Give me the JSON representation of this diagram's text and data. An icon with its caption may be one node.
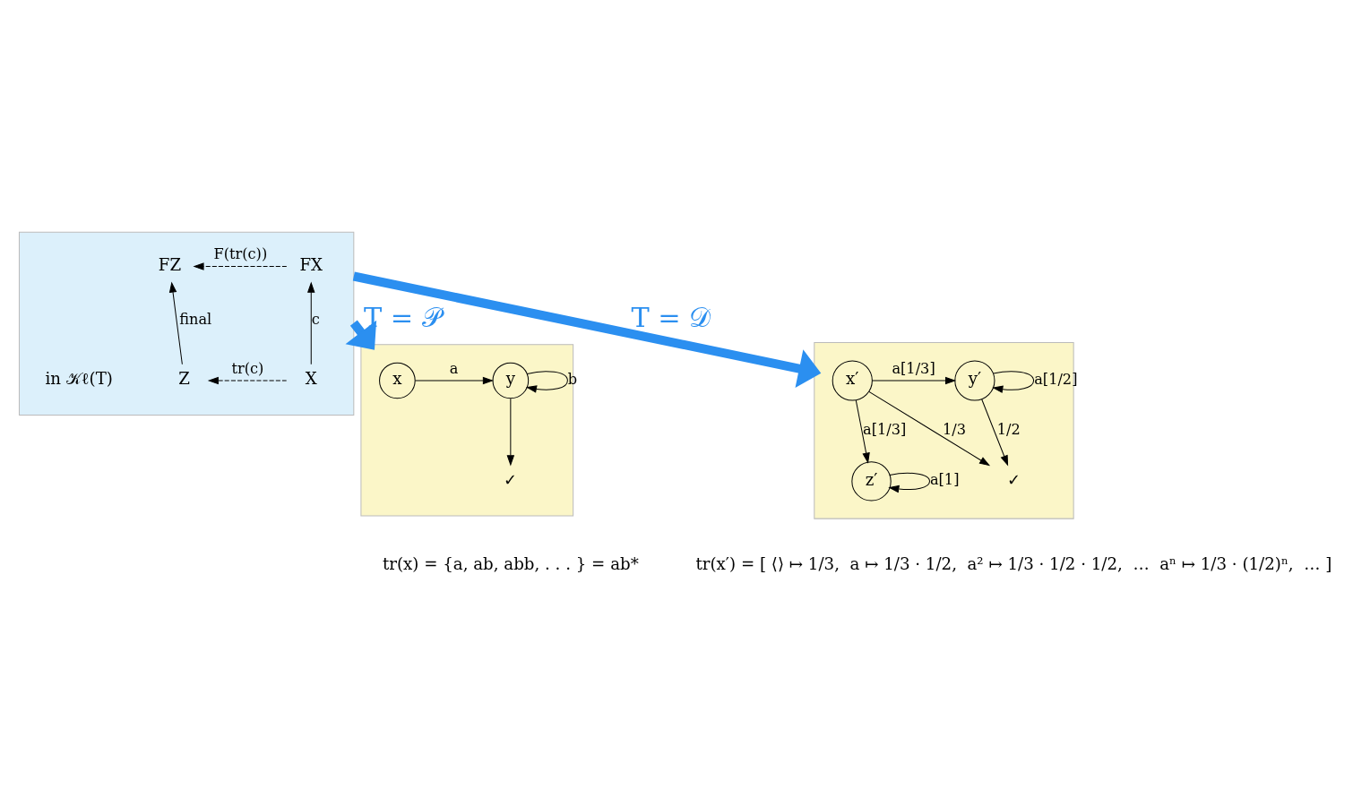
{
  "diagram": {
    "nodes": [
      {
        "text": [],
        "shape": "box"
      },
      {
        "text": [
          "FX"
        ],
        "in": 0
      },
      {
        "text": [
          "FZ"
        ],
        "in": 0
      },
      {
        "text": [
          "X"
        ],
        "in": 0
      },
      {
        "text": [
          "Z"
        ],
        "in": 0
      },
      {
        "text": [],
        "shape": "box"
      },
      {
        "text": [
          "x"
        ],
        "in": 5
      },
      {
        "text": [
          "y"
        ],
        "in": 5
      },
      {
        "text": [
          "✓"
        ],
        "in": 5
      },
      {
        "text": [],
        "shape": "box"
      },
      {
        "text": [
          "x′"
        ],
        "in": 9
      },
      {
        "text": [
          "y′"
        ],
        "in": 9
      },
      {
        "text": [
          "z′"
        ],
        "in": 9
      },
      {
        "text": [
          "✓"
        ],
        "in": 9
      }
    ],
    "edges": [
      {
        "from": 1,
        "to": 2,
        "arrow": "to",
        "label": "F(tr(c))",
        "style": "dashed"
      },
      {
        "from": 3,
        "to": 1,
        "arrow": "to",
        "label": "c"
      },
      {
        "from": 4,
        "to": 2,
        "arrow": "to",
        "label": "final"
      },
      {
        "from": 3,
        "to": 4,
        "arrow": "to",
        "label": "tr(c)",
        "style": "dashed"
      },
      {
        "from": 0,
        "to": 5,
        "arrow": "to",
        "label": "T = 𝒫",
        "style": "thick",
        "color": "#2b8ff0"
      },
      {
        "from": 0,
        "to": 9,
        "arrow": "to",
        "label": "T = 𝒟",
        "style": "thick",
        "color": "#2b8ff0"
      },
      {
        "from": 6,
        "to": 7,
        "arrow": "to",
        "label": "a"
      },
      {
        "from": 7,
        "to": 7,
        "arrow": "to",
        "label": "b"
      },
      {
        "from": 7,
        "to": 8,
        "arrow": "to"
      },
      {
        "from": 10,
        "to": 11,
        "arrow": "to",
        "label": "a[1/3]"
      },
      {
        "from": 11,
        "to": 11,
        "arrow": "to",
        "label": "a[1/2]"
      },
      {
        "from": 10,
        "to": 12,
        "arrow": "to",
        "label": "a[1/3]"
      },
      {
        "from": 10,
        "to": 13,
        "arrow": "to",
        "label": "1/3"
      },
      {
        "from": 11,
        "to": 13,
        "arrow": "to",
        "label": "1/2"
      },
      {
        "from": 12,
        "to": 12,
        "arrow": "to",
        "label": "a[1]"
      }
    ],
    "labels": [
      "in 𝒦ℓ(T)",
      "tr(x) = {a, ab, abb, . . . } = ab*",
      "tr(x′) = [ ⟨⟩ ↦ 1/3,  a ↦ 1/3 · 1/2,  a² ↦ 1/3 · 1/2 · 1/2,  …  aⁿ ↦ 1/3 · (1/2)ⁿ,  … ]"
    ]
  }
}
